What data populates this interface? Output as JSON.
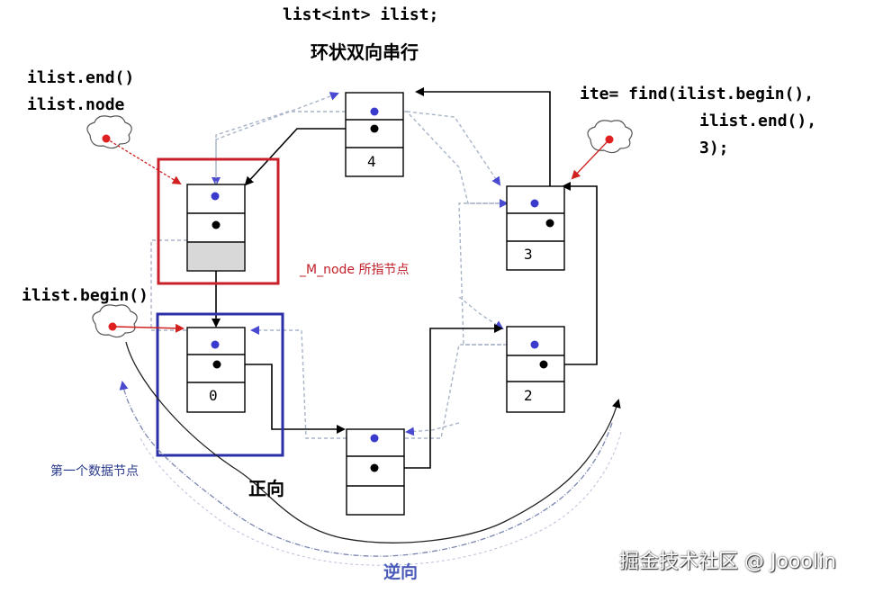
{
  "header": {
    "declaration": "list<int> ilist;",
    "title": "环状双向串行"
  },
  "labels": {
    "end_line1": "ilist.end()",
    "end_line2": "ilist.node",
    "begin": "ilist.begin()",
    "find_line1": "ite= find(ilist.begin(),",
    "find_line2": "ilist.end(),",
    "find_line3": "3);",
    "m_node": "_M_node 所指节点",
    "first_data_node": "第一个数据节点",
    "forward": "正向",
    "reverse": "逆向"
  },
  "nodes": [
    {
      "id": "end-node",
      "value": ""
    },
    {
      "id": "node-0",
      "value": "0"
    },
    {
      "id": "node-1",
      "value": ""
    },
    {
      "id": "node-2",
      "value": "2"
    },
    {
      "id": "node-3",
      "value": "3"
    },
    {
      "id": "node-4",
      "value": "4"
    }
  ],
  "watermark": "掘金技术社区 @ Jooolin",
  "colors": {
    "red_box": "#c8202a",
    "blue_box": "#2b2fa8",
    "prev_dot": "#3a3acc",
    "red_dot": "#e02020",
    "dashed_link": "#a8b4c8",
    "blank_cell": "#d8d8d8"
  }
}
